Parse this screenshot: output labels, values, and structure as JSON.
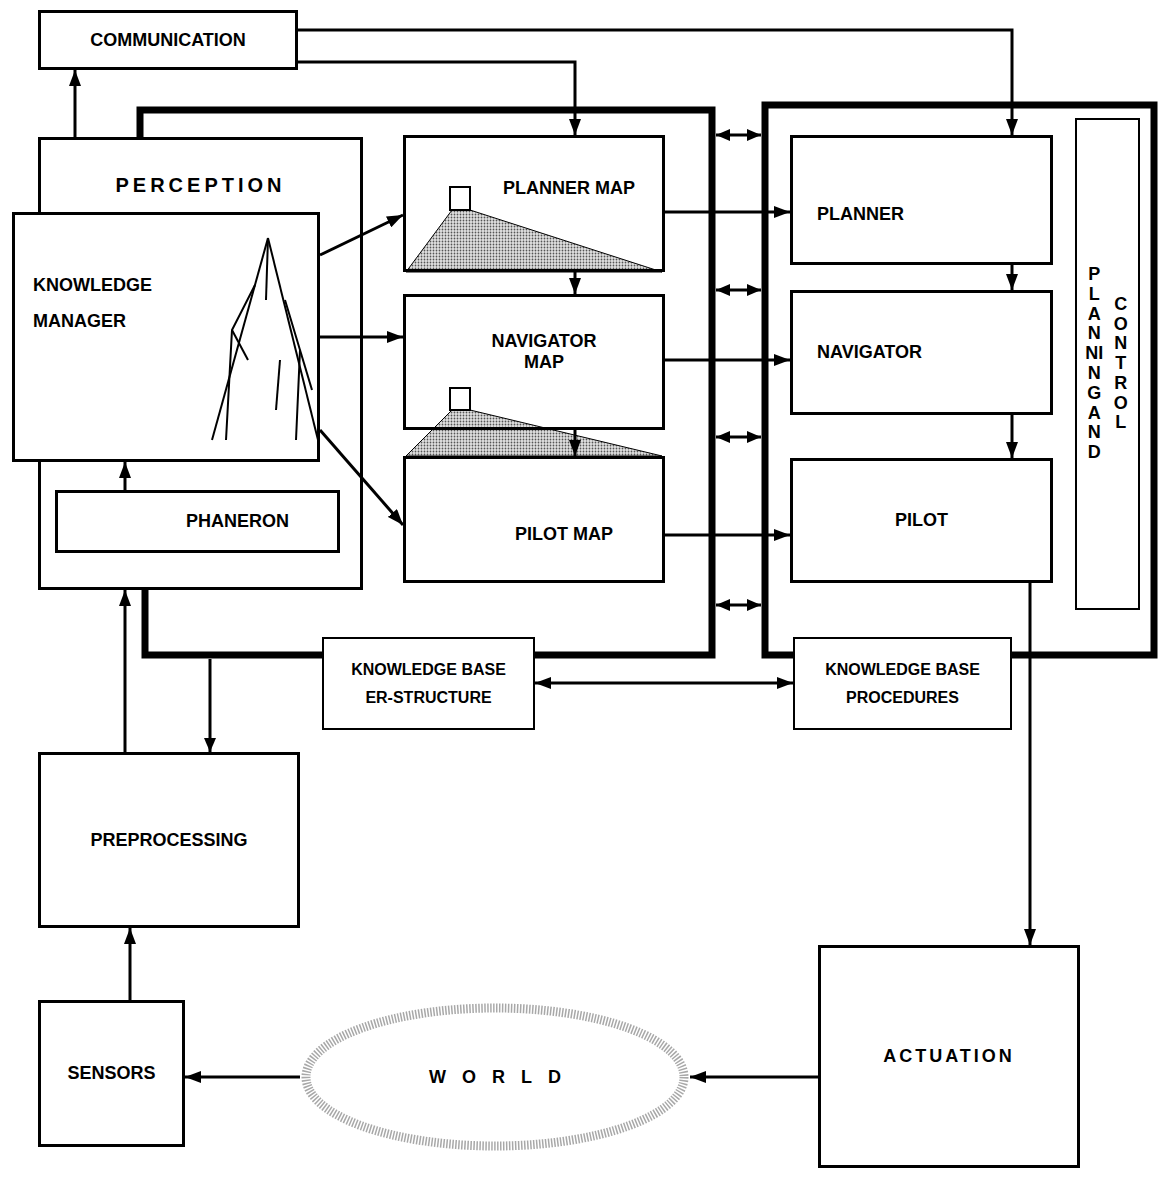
{
  "diagram": {
    "nodes": [
      {
        "text": [
          "COMMUNICATION"
        ]
      },
      {
        "text": [
          "PERCEPTION"
        ]
      },
      {
        "text": [
          "KNOWLEDGE MANAGER"
        ],
        "in": 1
      },
      {
        "text": [
          "PHANERON"
        ],
        "in": 1
      },
      {
        "text": [
          "PLANNER MAP"
        ]
      },
      {
        "text": [
          "NAVIGATOR MAP"
        ]
      },
      {
        "text": [
          "PILOT MAP"
        ]
      },
      {
        "text": [
          "PLANNING AND",
          "CONTROL"
        ]
      },
      {
        "text": [
          "PLANNER"
        ]
      },
      {
        "text": [
          "NAVIGATOR"
        ]
      },
      {
        "text": [
          "PILOT"
        ]
      },
      {
        "text": [
          "KNOWLEDGE BASE ER-STRUCTURE"
        ]
      },
      {
        "text": [
          "KNOWLEDGE BASE PROCEDURES"
        ]
      },
      {
        "text": [
          "PREPROCESSING"
        ]
      },
      {
        "text": [
          "SENSORS"
        ]
      },
      {
        "text": [
          "WORLD"
        ]
      },
      {
        "text": [
          "ACTUATION"
        ]
      }
    ],
    "edges": [
      {
        "from": 1,
        "to": 0,
        "arrow": "to"
      },
      {
        "from": 0,
        "to": 4,
        "arrow": "to"
      },
      {
        "from": 0,
        "to": 8,
        "arrow": "to"
      },
      {
        "from": 3,
        "to": 2,
        "arrow": "to"
      },
      {
        "from": 2,
        "to": 4,
        "arrow": "to"
      },
      {
        "from": 2,
        "to": 5,
        "arrow": "to"
      },
      {
        "from": 2,
        "to": 6,
        "arrow": "to"
      },
      {
        "from": 4,
        "to": 5,
        "arrow": "to"
      },
      {
        "from": 5,
        "to": 6,
        "arrow": "to"
      },
      {
        "from": 4,
        "to": 8,
        "arrow": "to"
      },
      {
        "from": 5,
        "to": 9,
        "arrow": "to"
      },
      {
        "from": 6,
        "to": 10,
        "arrow": "to"
      },
      {
        "from": 8,
        "to": 9,
        "arrow": "to"
      },
      {
        "from": 9,
        "to": 10,
        "arrow": "to"
      },
      {
        "from": 10,
        "to": 16,
        "arrow": "to"
      },
      {
        "from": 16,
        "to": 15,
        "arrow": "to"
      },
      {
        "from": 15,
        "to": 14,
        "arrow": "to"
      },
      {
        "from": 14,
        "to": 13,
        "arrow": "to"
      },
      {
        "from": 13,
        "to": 1,
        "arrow": "to"
      },
      {
        "from": 11,
        "to": 12,
        "arrow": "both"
      }
    ]
  }
}
